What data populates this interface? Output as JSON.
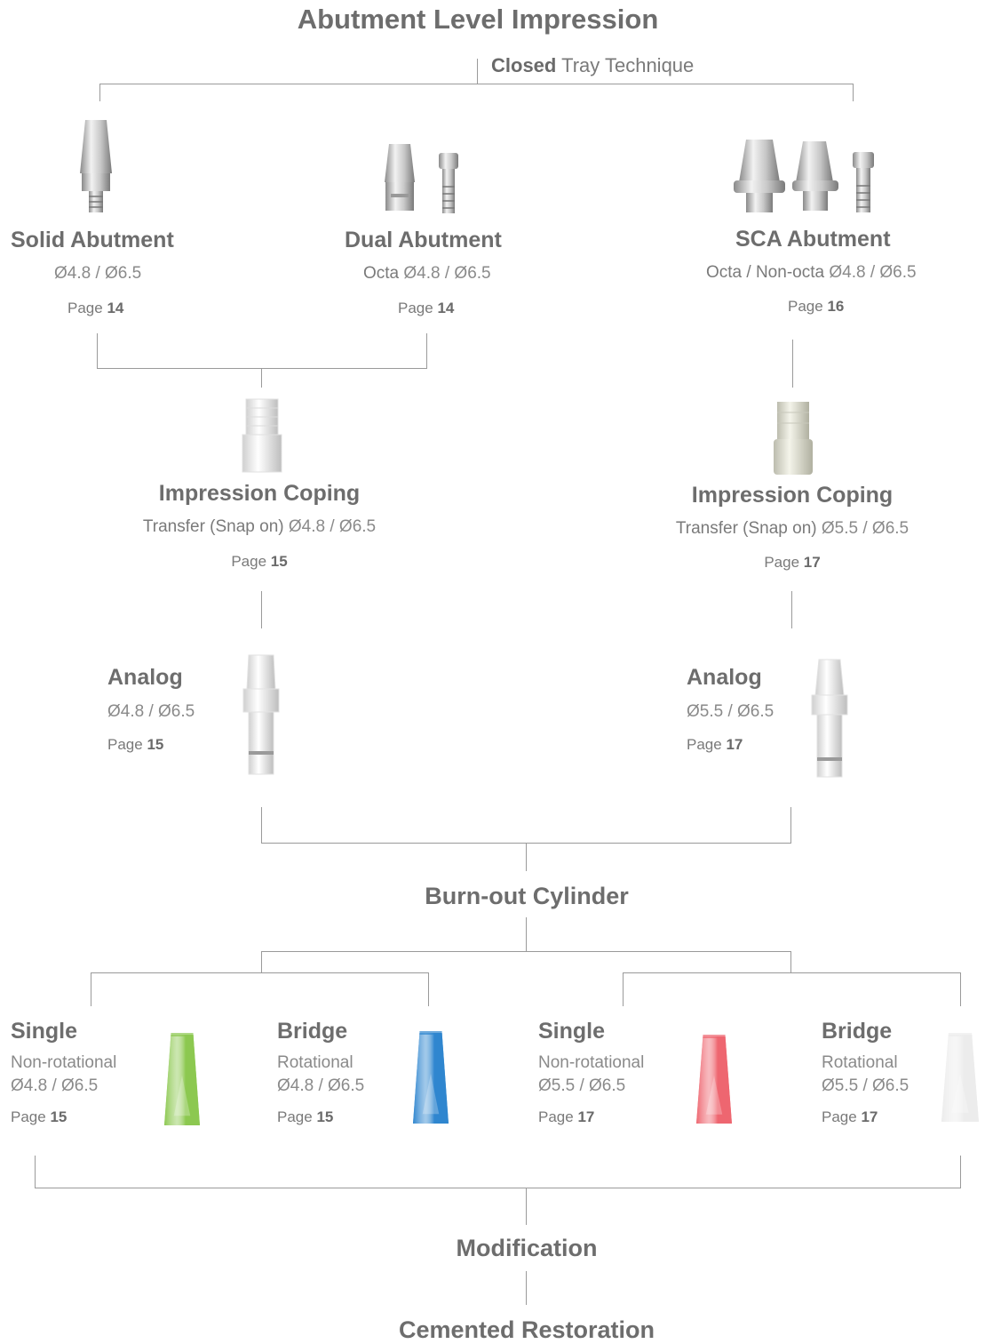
{
  "title": "Abutment Level Impression",
  "technique": {
    "bold": "Closed",
    "rest": " Tray Technique"
  },
  "abutments": {
    "solid": {
      "name": "Solid Abutment",
      "spec": "Ø4.8 / Ø6.5",
      "page_prefix": "Page ",
      "page": "14"
    },
    "dual": {
      "name": "Dual Abutment",
      "spec_prefix": "Octa ",
      "spec": "Ø4.8 / Ø6.5",
      "page_prefix": "Page ",
      "page": "14"
    },
    "sca": {
      "name": "SCA Abutment",
      "spec_prefix": "Octa / Non-octa ",
      "spec": "Ø4.8 / Ø6.5",
      "page_prefix": "Page ",
      "page": "16"
    }
  },
  "coping_left": {
    "name": "Impression Coping",
    "spec_prefix": "Transfer (Snap on) ",
    "spec": "Ø4.8 / Ø6.5",
    "page_prefix": "Page ",
    "page": "15"
  },
  "coping_right": {
    "name": "Impression Coping",
    "spec_prefix": "Transfer (Snap on) ",
    "spec": "Ø5.5 / Ø6.5",
    "page_prefix": "Page ",
    "page": "17"
  },
  "analog_left": {
    "name": "Analog",
    "spec": "Ø4.8 / Ø6.5",
    "page_prefix": "Page ",
    "page": "15"
  },
  "analog_right": {
    "name": "Analog",
    "spec": "Ø5.5 / Ø6.5",
    "page_prefix": "Page ",
    "page": "17"
  },
  "burnout": "Burn-out Cylinder",
  "cylinders": [
    {
      "name": "Single",
      "type": "Non-rotational",
      "spec": "Ø4.8 / Ø6.5",
      "page_prefix": "Page ",
      "page": "15",
      "color": "#8cc850"
    },
    {
      "name": "Bridge",
      "type": "Rotational",
      "spec": "Ø4.8 / Ø6.5",
      "page_prefix": "Page ",
      "page": "15",
      "color": "#2f86cf"
    },
    {
      "name": "Single",
      "type": "Non-rotational",
      "spec": "Ø5.5 / Ø6.5",
      "page_prefix": "Page ",
      "page": "17",
      "color": "#ee6670"
    },
    {
      "name": "Bridge",
      "type": "Rotational",
      "spec": "Ø5.5 / Ø6.5",
      "page_prefix": "Page ",
      "page": "17",
      "color": "#ececec"
    }
  ],
  "modification": "Modification",
  "final": "Cemented Restoration",
  "icons": {
    "abutment": "titanium-abutment-icon",
    "screw": "abutment-screw-icon",
    "coping": "impression-coping-icon",
    "analog": "analog-icon",
    "cylinder": "burnout-cylinder-icon"
  }
}
